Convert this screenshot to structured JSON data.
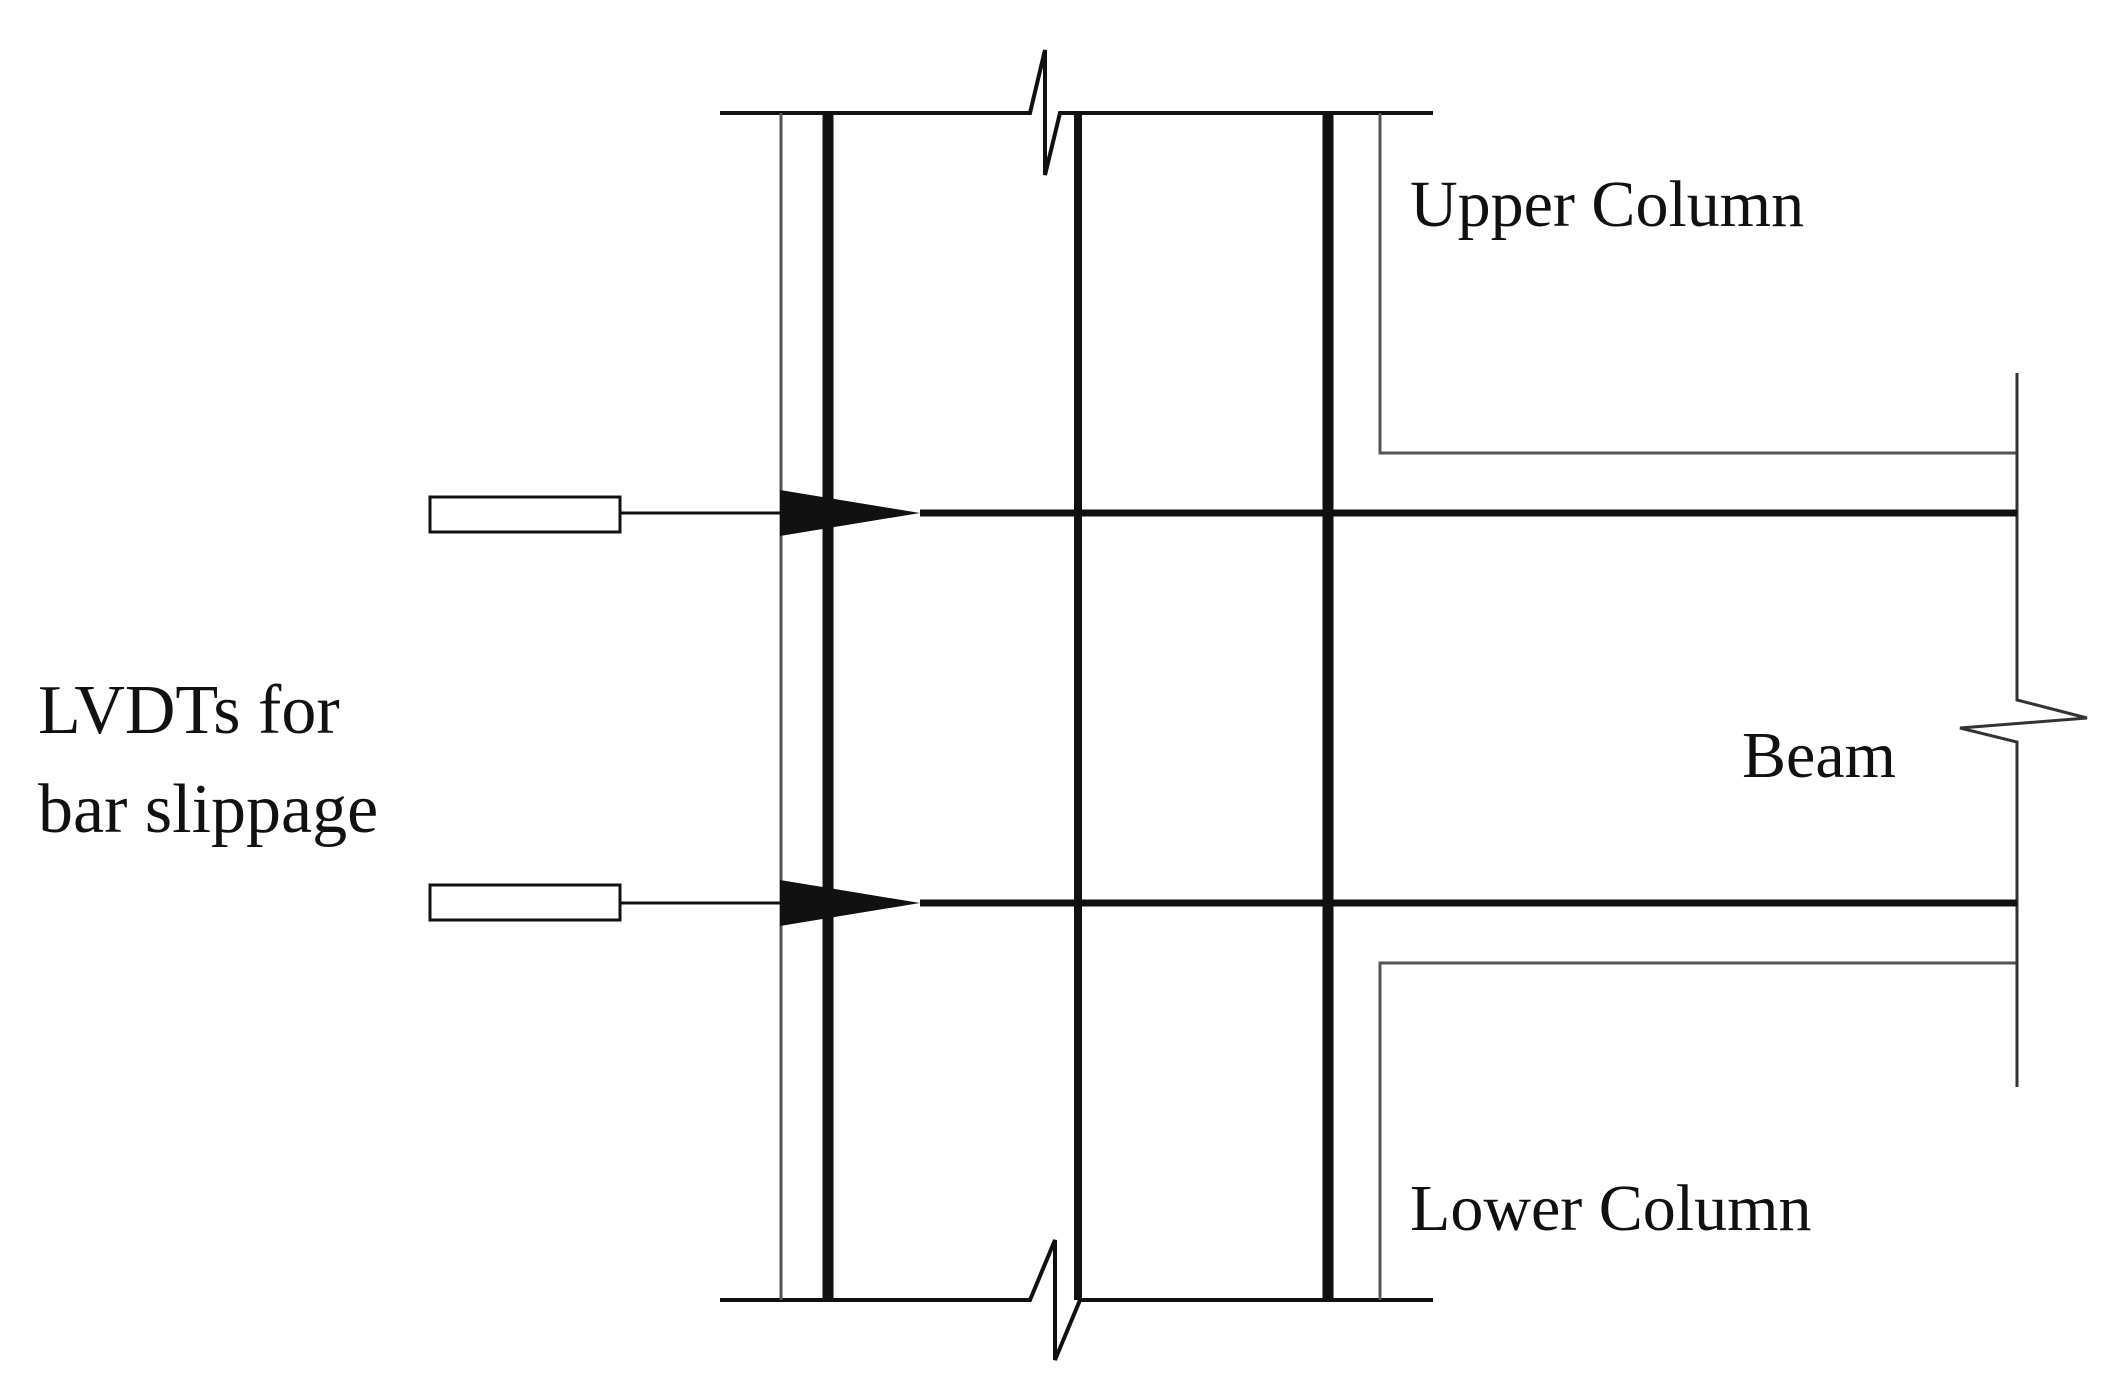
{
  "labels": {
    "upper_column": "Upper Column",
    "lower_column": "Lower Column",
    "beam": "Beam",
    "lvdt_line1": "LVDTs for",
    "lvdt_line2": "bar slippage"
  },
  "colors": {
    "line": "#111111",
    "thin_line": "#555555",
    "background": "#ffffff"
  }
}
